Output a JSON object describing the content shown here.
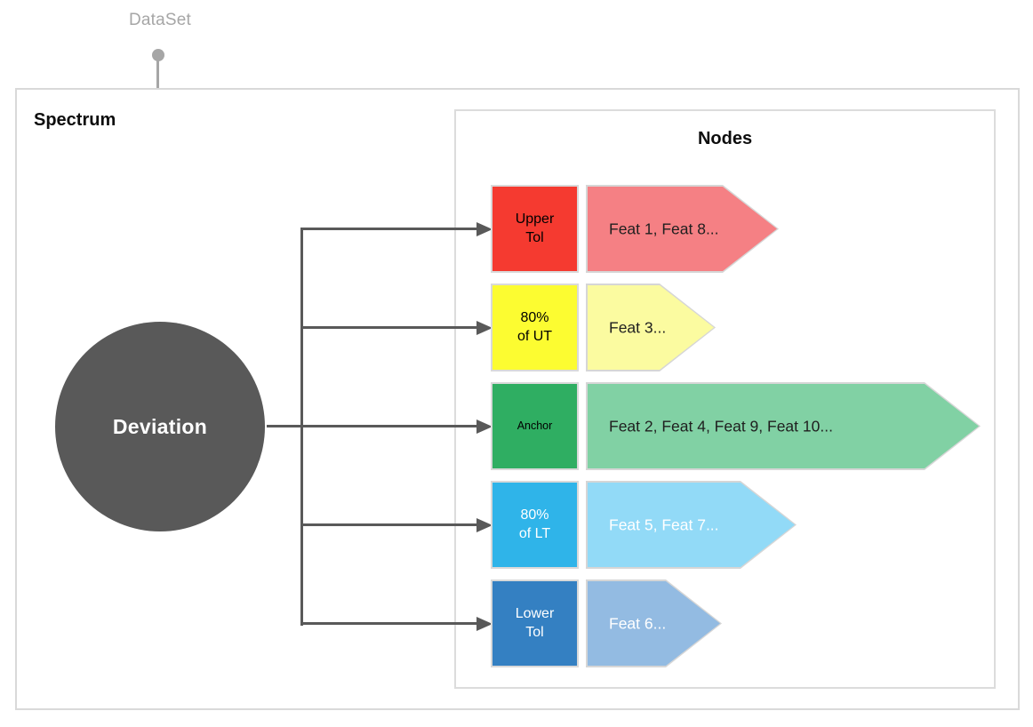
{
  "header": {
    "dataset_label": "DataSet",
    "spectrum_label": "Spectrum",
    "nodes_label": "Nodes",
    "deviation_label": "Deviation"
  },
  "colors": {
    "dataset_gray": "#a6a6a6",
    "connector_gray": "#595959",
    "deviation_fill": "#595959",
    "deviation_text": "#ffffff",
    "frame_border": "#d9d9d9"
  },
  "rows": [
    {
      "name": "upper-tol",
      "box_label": "Upper\nTol",
      "box_fill": "#f53a30",
      "box_text_color": "#000000",
      "arrow_label": "Feat 1, Feat 8...",
      "arrow_fill": "#f58084",
      "arrow_text_color": "#1f1f1f"
    },
    {
      "name": "80-of-ut",
      "box_label": "80%\nof UT",
      "box_fill": "#fcfc31",
      "box_text_color": "#000000",
      "arrow_label": "Feat 3...",
      "arrow_fill": "#fbfba0",
      "arrow_text_color": "#1f1f1f"
    },
    {
      "name": "anchor",
      "box_label": "Anchor",
      "box_fill": "#2fae62",
      "box_text_color": "#000000",
      "arrow_label": "Feat 2, Feat 4, Feat 9, Feat 10...",
      "arrow_fill": "#81d1a4",
      "arrow_text_color": "#1f1f1f"
    },
    {
      "name": "80-of-lt",
      "box_label": "80%\nof LT",
      "box_fill": "#2fb4e9",
      "box_text_color": "#ffffff",
      "arrow_label": "Feat 5, Feat 7...",
      "arrow_fill": "#92daf7",
      "arrow_text_color": "#ffffff"
    },
    {
      "name": "lower-tol",
      "box_label": "Lower\nTol",
      "box_fill": "#3480c2",
      "box_text_color": "#ffffff",
      "arrow_label": "Feat 6...",
      "arrow_fill": "#93bbe2",
      "arrow_text_color": "#ffffff"
    }
  ]
}
